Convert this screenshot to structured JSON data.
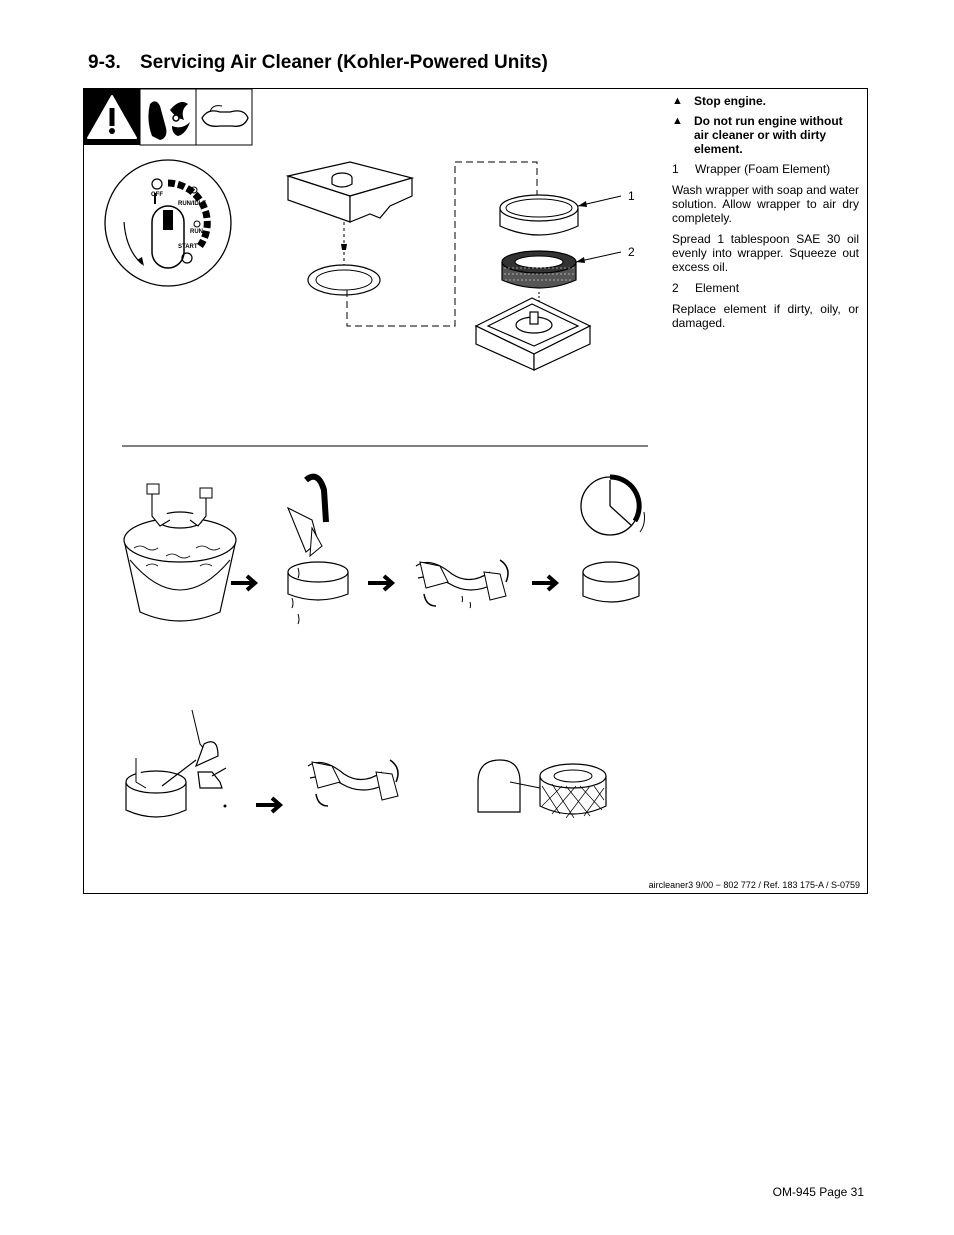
{
  "section": {
    "number": "9-3.",
    "title": "Servicing Air Cleaner (Kohler-Powered Units)"
  },
  "switch_labels": {
    "off": "OFF",
    "run_idle": "RUN/IDLE",
    "run": "RUN",
    "start": "START"
  },
  "callouts": [
    "1",
    "2"
  ],
  "warnings": [
    "Stop engine.",
    "Do not run engine without air cleaner or with dirty element."
  ],
  "items": [
    {
      "num": "1",
      "label": "Wrapper (Foam Element)",
      "paragraphs": [
        "Wash wrapper with soap and water solution. Allow wrapper to air dry completely.",
        "Spread 1 tablespoon SAE 30 oil evenly into wrapper. Squeeze out excess oil."
      ]
    },
    {
      "num": "2",
      "label": "Element",
      "paragraphs": [
        "Replace element if dirty, oily, or damaged."
      ]
    }
  ],
  "reference": "aircleaner3 9/00 − 802 772 / Ref. 183 175-A / S-0759",
  "page_footer": "OM-945 Page 31",
  "icons": [
    "warning-triangle-icon",
    "hand-entanglement-icon",
    "safety-glasses-icon",
    "ignition-switch-icon",
    "timer-clock-icon",
    "arrow-right-icon",
    "oil-can-icon",
    "head-profile-icon"
  ]
}
